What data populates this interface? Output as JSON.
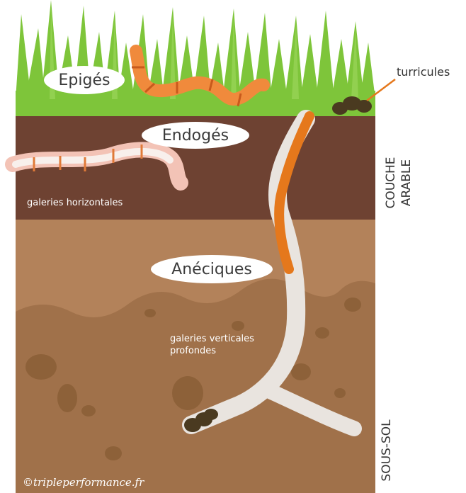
{
  "labels": {
    "epiges": "Epigés",
    "endoges": "Endogés",
    "aneciques": "Anéciques",
    "turricules": "turricules",
    "galeries_horizontales": "galeries horizontales",
    "galeries_verticales_1": "galeries verticales",
    "galeries_verticales_2": "profondes",
    "couche_1": "COUCHE",
    "couche_2": "ARABLE",
    "sous_sol": "SOUS-SOL",
    "credit": "©tripleperformance.fr"
  },
  "colors": {
    "grass": "#7ec53a",
    "grass_light": "#9bd65a",
    "topsoil": "#6e4232",
    "subsoil": "#b3825a",
    "subsoil_dark": "#9a6c45",
    "burrow": "#e9e4df",
    "epige_worm": "#f08a3c",
    "endoge_worm": "#f3c3b6",
    "anecique_worm": "#e5781c",
    "casts": "#4a3a20"
  }
}
